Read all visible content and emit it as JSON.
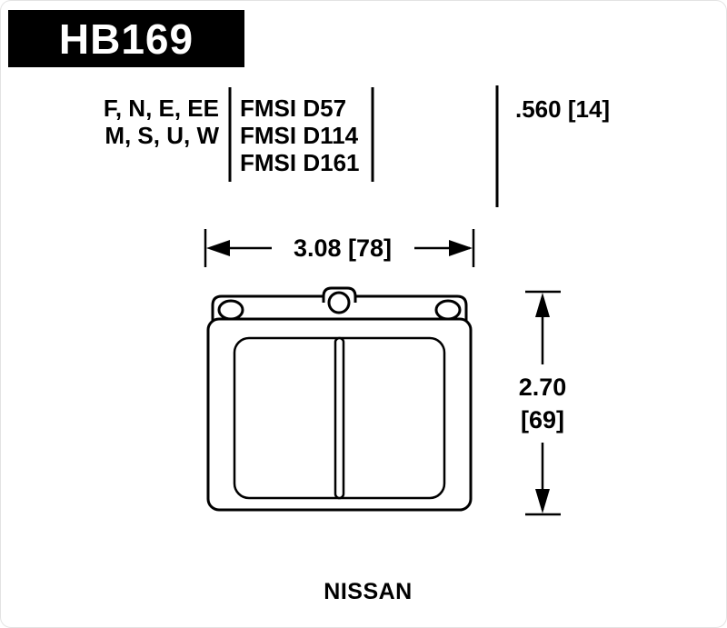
{
  "colors": {
    "ink": "#000000",
    "paper": "#ffffff",
    "part_number_bar": "#000000"
  },
  "header": {
    "part_number": "HB169"
  },
  "spec_table": {
    "compound_codes": [
      "F, N, E, EE",
      "M, S, U, W"
    ],
    "fmsi_numbers": [
      "FMSI D57",
      "FMSI D114",
      "FMSI D161"
    ],
    "pad_thickness": ".560 [14]"
  },
  "dimensions": {
    "width": "3.08 [78]",
    "height_in": "2.70",
    "height_mm": "[69]"
  },
  "footer": {
    "application": "NISSAN"
  }
}
